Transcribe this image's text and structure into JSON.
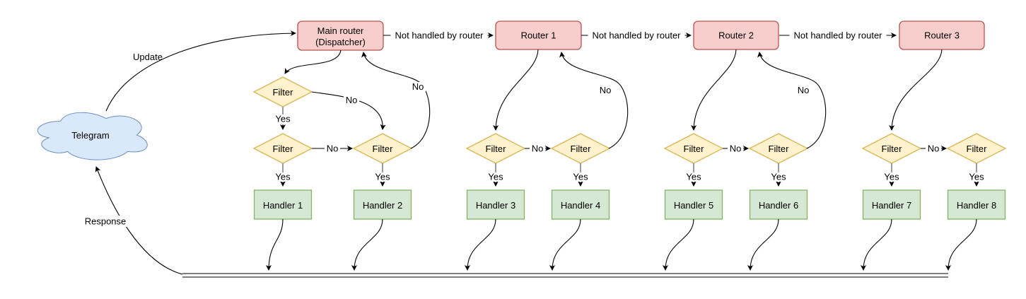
{
  "colors": {
    "cloud_fill": "#dae8fc",
    "cloud_stroke": "#6c8ebf",
    "router_fill": "#f8cecc",
    "router_stroke": "#b85450",
    "filter_fill": "#fff2cc",
    "filter_stroke": "#d6b656",
    "handler_fill": "#d5e8d4",
    "handler_stroke": "#82b366",
    "edge_stroke": "#000000",
    "stub_stroke": "#666666",
    "label_text": "#000000"
  },
  "nodes": {
    "telegram": "Telegram",
    "main_router_line1": "Main router",
    "main_router_line2": "(Dispatcher)",
    "router1": "Router 1",
    "router2": "Router 2",
    "router3": "Router 3",
    "filter": "Filter",
    "handler1": "Handler 1",
    "handler2": "Handler 2",
    "handler3": "Handler 3",
    "handler4": "Handler 4",
    "handler5": "Handler 5",
    "handler6": "Handler 6",
    "handler7": "Handler 7",
    "handler8": "Handler 8"
  },
  "edge_labels": {
    "update": "Update",
    "response": "Response",
    "not_handled": "Not handled by router",
    "yes": "Yes",
    "no": "No"
  }
}
